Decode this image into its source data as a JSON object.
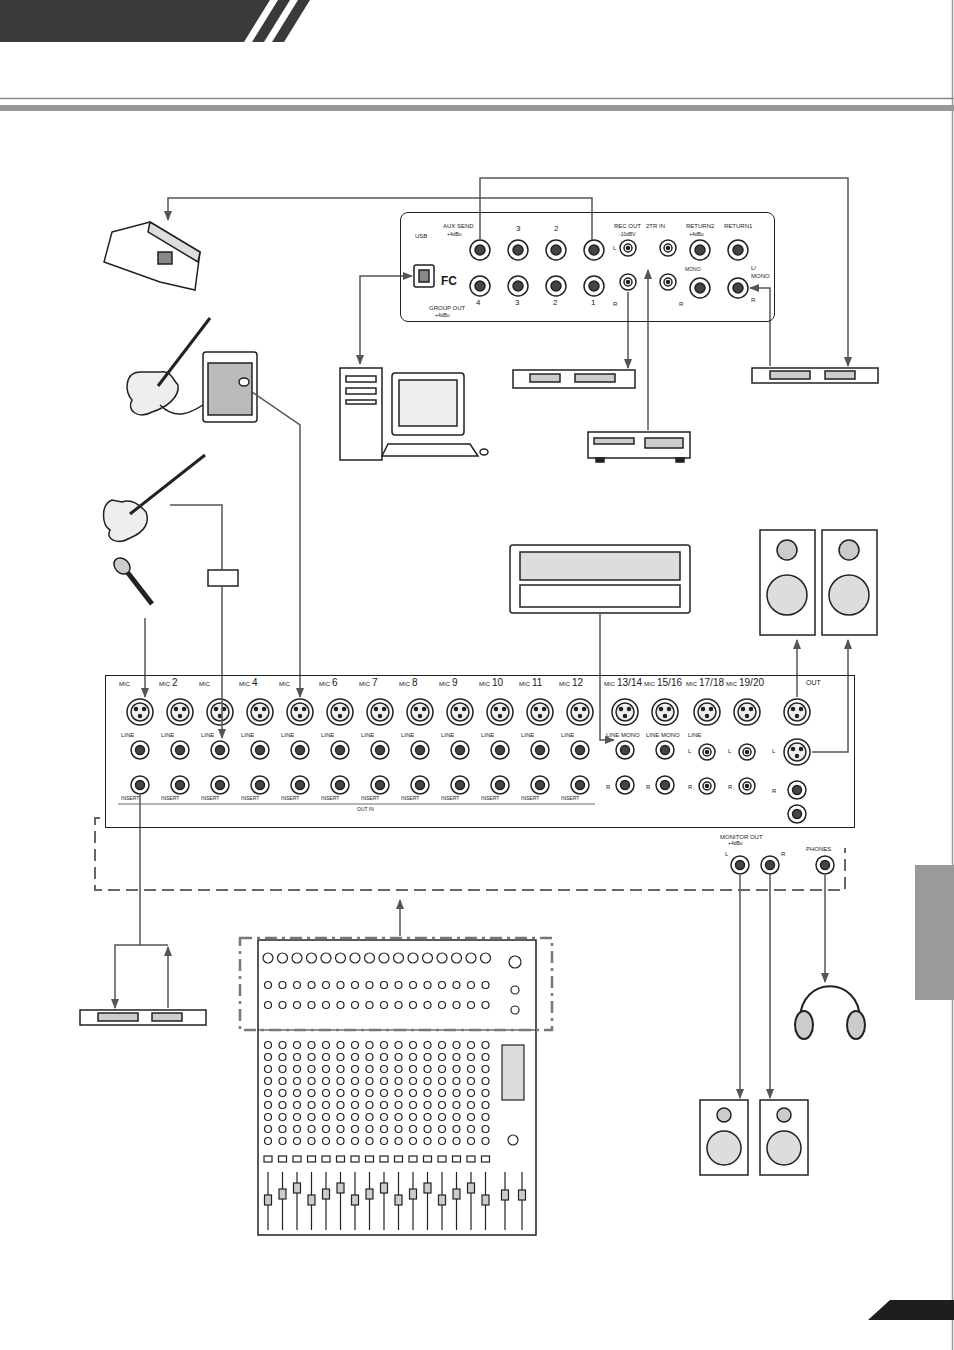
{
  "diagram": {
    "nodes": [
      {
        "text": [
          "USB",
          "AUX SEND",
          "+4dBu",
          "3",
          "2",
          "REC OUT",
          "-10dBV",
          "2TR IN",
          "RETURN2",
          "+4dBu",
          "RETURN1",
          "L",
          "MONO",
          "L/",
          "MONO",
          "R",
          "R",
          "R",
          "GROUP OUT",
          "+4dBu",
          "4",
          "3",
          "2",
          "1",
          "FC"
        ]
      },
      {
        "text": [
          "MIC",
          "LINE",
          "INSERT",
          "MIC",
          "2",
          "LINE",
          "INSERT",
          "MIC",
          "LINE",
          "INSERT",
          "MIC",
          "4",
          "LINE",
          "INSERT",
          "MIC",
          "LINE",
          "INSERT",
          "MIC",
          "6",
          "LINE",
          "INSERT",
          "MIC",
          "7",
          "LINE",
          "INSERT",
          "MIC",
          "8",
          "LINE",
          "INSERT",
          "MIC",
          "9",
          "LINE",
          "INSERT",
          "MIC",
          "10",
          "LINE",
          "INSERT",
          "MIC",
          "11",
          "LINE",
          "INSERT",
          "MIC",
          "12",
          "LINE",
          "INSERT",
          "MIC",
          "13/14",
          "LINE",
          "MONO",
          "R",
          "MIC",
          "15/16",
          "LINE",
          "MONO",
          "R",
          "MIC",
          "17/18",
          "LINE",
          "L",
          "R",
          "MIC",
          "19/20",
          "L",
          "R",
          "OUT",
          "L",
          "R",
          "OUT IN"
        ]
      }
    ],
    "labels": [
      "MONITOR OUT",
      "+4dBu",
      "L",
      "R",
      "PHONES"
    ]
  }
}
